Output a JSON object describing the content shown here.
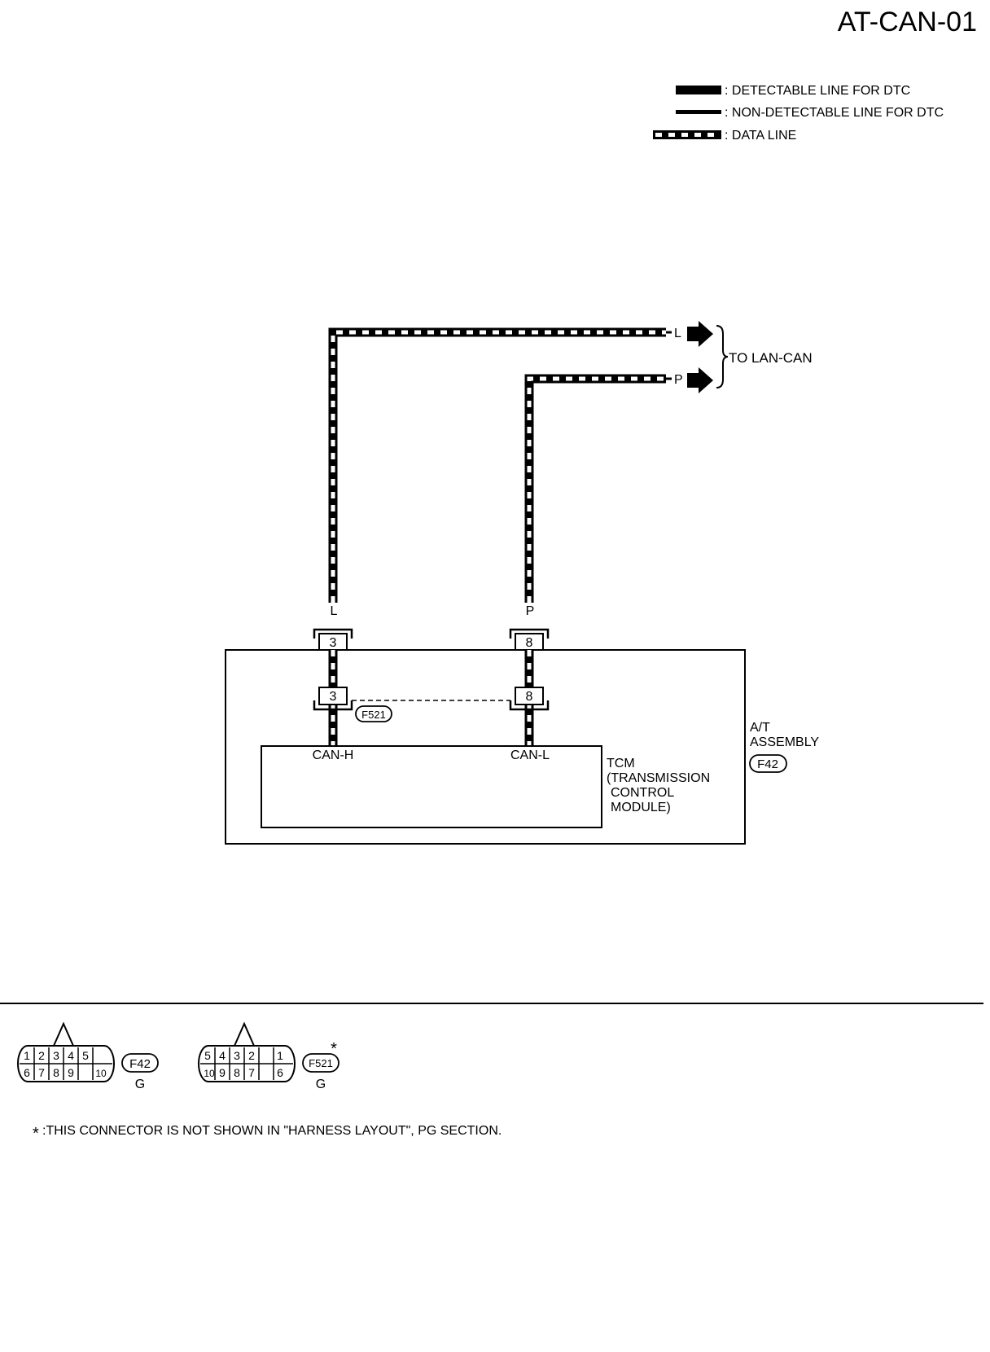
{
  "title": "AT-CAN-01",
  "legend": [
    {
      "style": "detectable",
      "label": ": DETECTABLE LINE FOR DTC"
    },
    {
      "style": "non-detectable",
      "label": ": NON-DETECTABLE LINE FOR DTC"
    },
    {
      "style": "data",
      "label": ": DATA LINE"
    }
  ],
  "wires": {
    "upper_left_color": "L",
    "upper_right_color": "P",
    "lower_left_color": "L",
    "lower_right_color": "P"
  },
  "destination": "TO LAN-CAN",
  "connectors": {
    "outer_pin_left": "3",
    "outer_pin_right": "8",
    "inner_pin_left": "3",
    "inner_pin_right": "8",
    "inner_id": "F521"
  },
  "tcm": {
    "pin_h": "CAN-H",
    "pin_l": "CAN-L",
    "label_lines": [
      "TCM",
      "(TRANSMISSION",
      "CONTROL",
      "MODULE)"
    ]
  },
  "assembly": {
    "label_lines": [
      "A/T",
      "ASSEMBLY"
    ],
    "connector_id": "F42"
  },
  "connector_views": [
    {
      "id": "F42",
      "color": "G",
      "top_pins": [
        "1",
        "2",
        "3",
        "4",
        "5"
      ],
      "bottom_pins": [
        "6",
        "7",
        "8",
        "9",
        "10"
      ],
      "asterisk": ""
    },
    {
      "id": "F521",
      "color": "G",
      "top_pins": [
        "5",
        "4",
        "3",
        "2",
        "1"
      ],
      "bottom_pins": [
        "10",
        "9",
        "8",
        "7",
        "6"
      ],
      "asterisk": "*"
    }
  ],
  "footnote": {
    "mark": "*",
    "text": ":THIS CONNECTOR IS NOT SHOWN IN \"HARNESS LAYOUT\", PG SECTION."
  }
}
